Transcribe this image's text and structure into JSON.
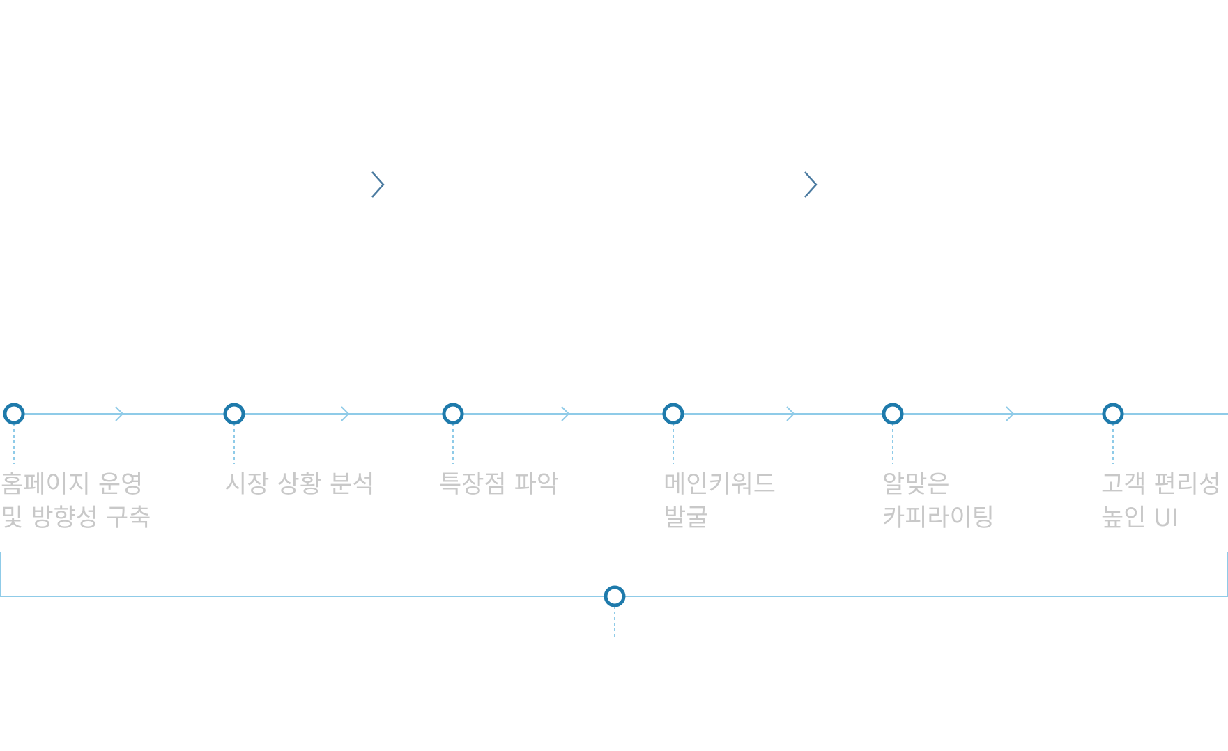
{
  "process": {
    "steps": [
      {
        "line1": "홈페이지 운영",
        "line2": "및 방향성 구축"
      },
      {
        "line1": "시장 상황 분석",
        "line2": ""
      },
      {
        "line1": "특장점 파악",
        "line2": ""
      },
      {
        "line1": "메인키워드",
        "line2": "발굴"
      },
      {
        "line1": "알맞은",
        "line2": "카피라이팅"
      },
      {
        "line1": "고객 편리성",
        "line2": "높인 UI"
      }
    ]
  },
  "colors": {
    "line": "#8fcbe8",
    "node_ring": "#1e7aab",
    "node_fill": "#ffffff",
    "dashed": "#8fcbe8",
    "chevron_top": "#4a7aa0",
    "label_text": "#c8c8c8"
  }
}
